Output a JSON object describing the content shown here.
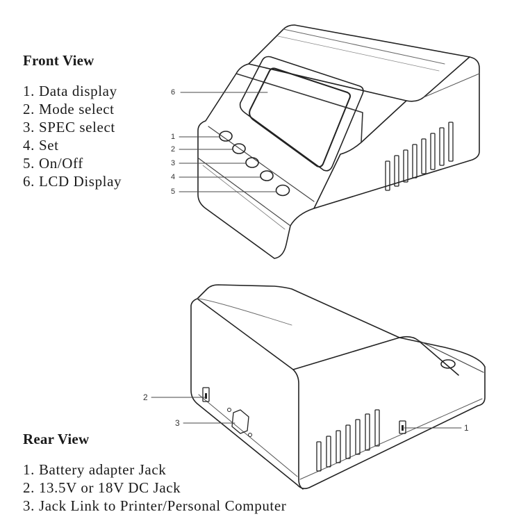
{
  "front_view": {
    "heading": "Front View",
    "items": [
      {
        "num": "1.",
        "label": "Data display"
      },
      {
        "num": "2.",
        "label": "Mode select"
      },
      {
        "num": "3.",
        "label": "SPEC select"
      },
      {
        "num": "4.",
        "label": "Set"
      },
      {
        "num": "5.",
        "label": "On/Off"
      },
      {
        "num": "6.",
        "label": "LCD Display"
      }
    ],
    "callouts": [
      "1",
      "2",
      "3",
      "4",
      "5",
      "6"
    ]
  },
  "rear_view": {
    "heading": "Rear View",
    "items": [
      {
        "num": "1.",
        "label": "Battery adapter Jack"
      },
      {
        "num": "2.",
        "label": "13.5V or 18V DC Jack"
      },
      {
        "num": "3.",
        "label": "Jack Link to Printer/Personal Computer"
      }
    ],
    "callouts": [
      "1",
      "2",
      "3"
    ]
  }
}
